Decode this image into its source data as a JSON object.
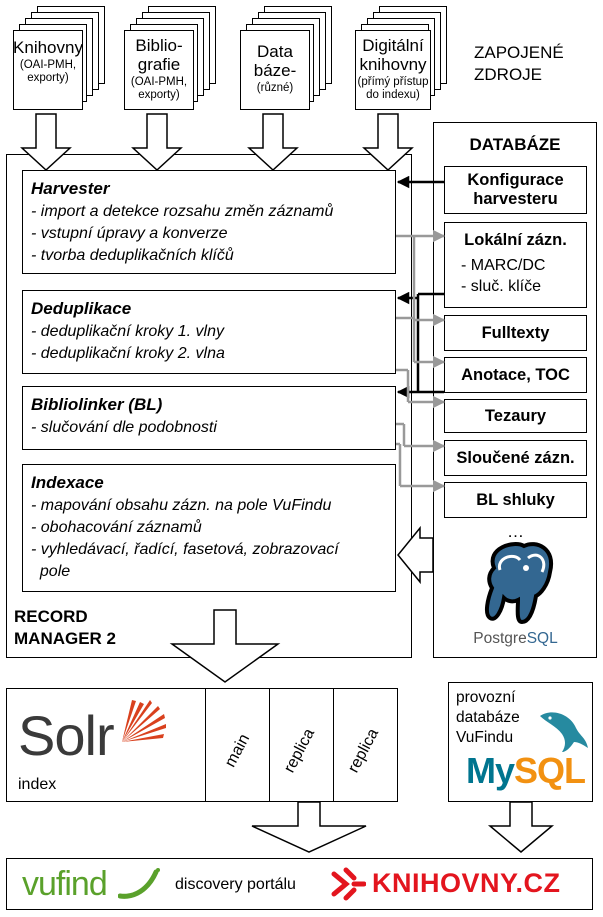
{
  "sources": [
    {
      "main": "Knihovny",
      "sub": "(OAI-PMH,\nexporty)"
    },
    {
      "main": "Biblio-\ngrafie",
      "sub": "(OAI-PMH,\nexporty)"
    },
    {
      "main": "Data\nbáze-",
      "sub": "(různé)"
    },
    {
      "main": "Digitální\nknihovny",
      "sub": "(přímý přístup\ndo indexu)"
    }
  ],
  "sources_label": "ZAPOJENÉ\nZDROJE",
  "record_manager": {
    "label": "RECORD\nMANAGER 2",
    "modules": [
      {
        "title": "Harvester",
        "items": [
          "- import a detekce rozsahu změn záznamů",
          "- vstupní úpravy a konverze",
          "- tvorba deduplikačních klíčů"
        ]
      },
      {
        "title": "Deduplikace",
        "items": [
          "- deduplikační kroky 1. vlny",
          "- deduplikační kroky 2. vlna"
        ]
      },
      {
        "title": "Bibliolinker (BL)",
        "items": [
          "- slučování dle podobnosti"
        ]
      },
      {
        "title": "Indexace",
        "items": [
          "- mapování obsahu zázn. na pole VuFindu",
          "- obohacování záznamů",
          "- vyhledávací, řadící, fasetová, zobrazovací",
          "  pole"
        ]
      }
    ]
  },
  "database": {
    "title": "DATABÁZE",
    "config": "Konfigurace\nharvesteru",
    "local_title": "Lokální zázn.",
    "local_items": [
      "- MARC/DC",
      "- sluč. klíče"
    ],
    "tables": [
      "Fulltexty",
      "Anotace, TOC",
      "Tezaury",
      "Sloučené zázn.",
      "BL shluky"
    ],
    "more": "…",
    "logo_text": "PostgreSQL",
    "logo_postgre": "Postgre",
    "logo_sql": "SQL"
  },
  "solr": {
    "logo": "Solr",
    "label": "index",
    "cores": [
      "main",
      "replica",
      "replica"
    ]
  },
  "vufind_db": {
    "label": "provozní\ndatabáze\nVuFindu",
    "logo": "MySQL",
    "logo_my": "My",
    "logo_sql": "SQL"
  },
  "portal": {
    "vufind_logo": "vufind",
    "text": "discovery portálu",
    "knihovny_logo": "KNIHOVNY.CZ"
  },
  "colors": {
    "black": "#000000",
    "gray": "#999999",
    "vufind_green": "#5aa12b",
    "knihovny_red": "#e3151e",
    "solr_red": "#d9411e",
    "postgres_blue": "#336791",
    "mysql_blue": "#00758f",
    "mysql_orange": "#f29111"
  }
}
